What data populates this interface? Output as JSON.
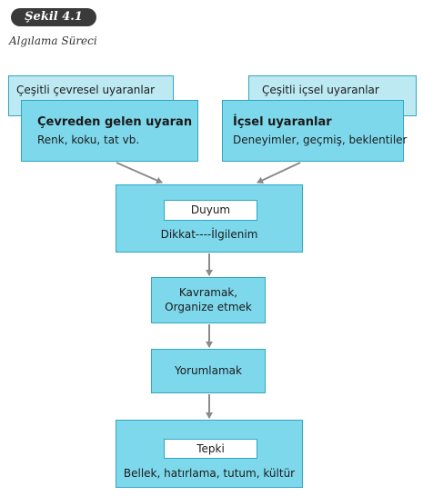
{
  "figure": {
    "label": "Şekil 4.1",
    "title": "Algılama Süreci"
  },
  "left_group": {
    "back_label": "Çeşitli çevresel uyaranlar",
    "front_title": "Çevreden gelen uyaran",
    "front_text": "Renk, koku, tat vb."
  },
  "right_group": {
    "back_label": "Çeşitli içsel uyaranlar",
    "front_title": "İçsel uyaranlar",
    "front_text": "Deneyimler, geçmiş, beklentiler"
  },
  "stages": {
    "duyum_label": "Duyum",
    "duyum_text": "Dikkat----İlgilenim",
    "kavramak_line1": "Kavramak,",
    "kavramak_line2": "Organize etmek",
    "yorumlamak": "Yorumlamak",
    "tepki_label": "Tepki",
    "tepki_text": "Bellek, hatırlama, tutum, kültür"
  },
  "colors": {
    "box_fill": "#7ed8ec",
    "box_border": "#2ea8c2",
    "arrow": "#8a8a8a",
    "badge": "#3a3a3a"
  }
}
